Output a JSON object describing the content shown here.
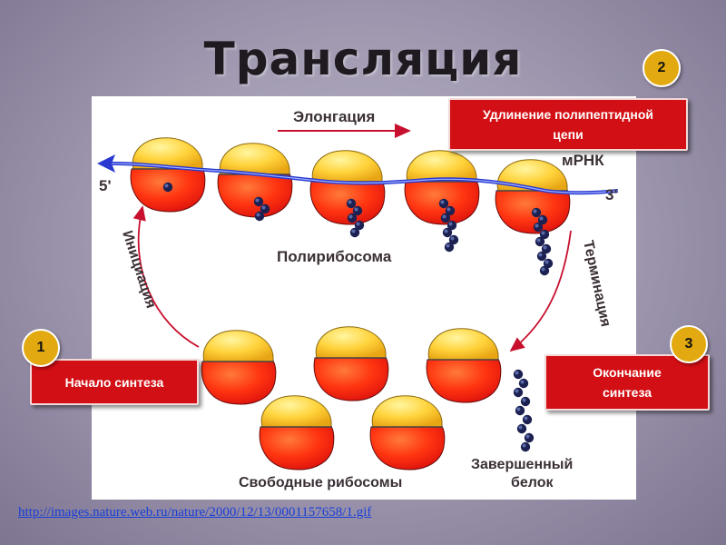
{
  "title": "Трансляция",
  "diagram": {
    "elongation": "Элонгация",
    "mrna": "мРНК",
    "five_prime": "5'",
    "three_prime": "3'",
    "polyribosome": "Полирибосома",
    "initiation": "Инициация",
    "termination": "Терминация",
    "free_ribosomes": "Свободные рибосомы",
    "finished_line1": "Завершенный",
    "finished_line2": "белок"
  },
  "callouts": {
    "step1": {
      "number": "1",
      "line1": "Начало синтеза"
    },
    "step2": {
      "number": "2",
      "line1": "Удлинение полипептидной",
      "line2": "цепи"
    },
    "step3": {
      "number": "3",
      "line1": "Окончание",
      "line2": "синтеза"
    }
  },
  "source_link": "http://images.nature.web.ru/nature/2000/12/13/0001157658/1.gif",
  "colors": {
    "ribosome_large": "#ff3a10",
    "ribosome_small": "#ffd23a",
    "callout": "#d20f14",
    "badge": "#e2aa10",
    "mrna": "#2a3ad0",
    "protein": "#1c2152"
  }
}
